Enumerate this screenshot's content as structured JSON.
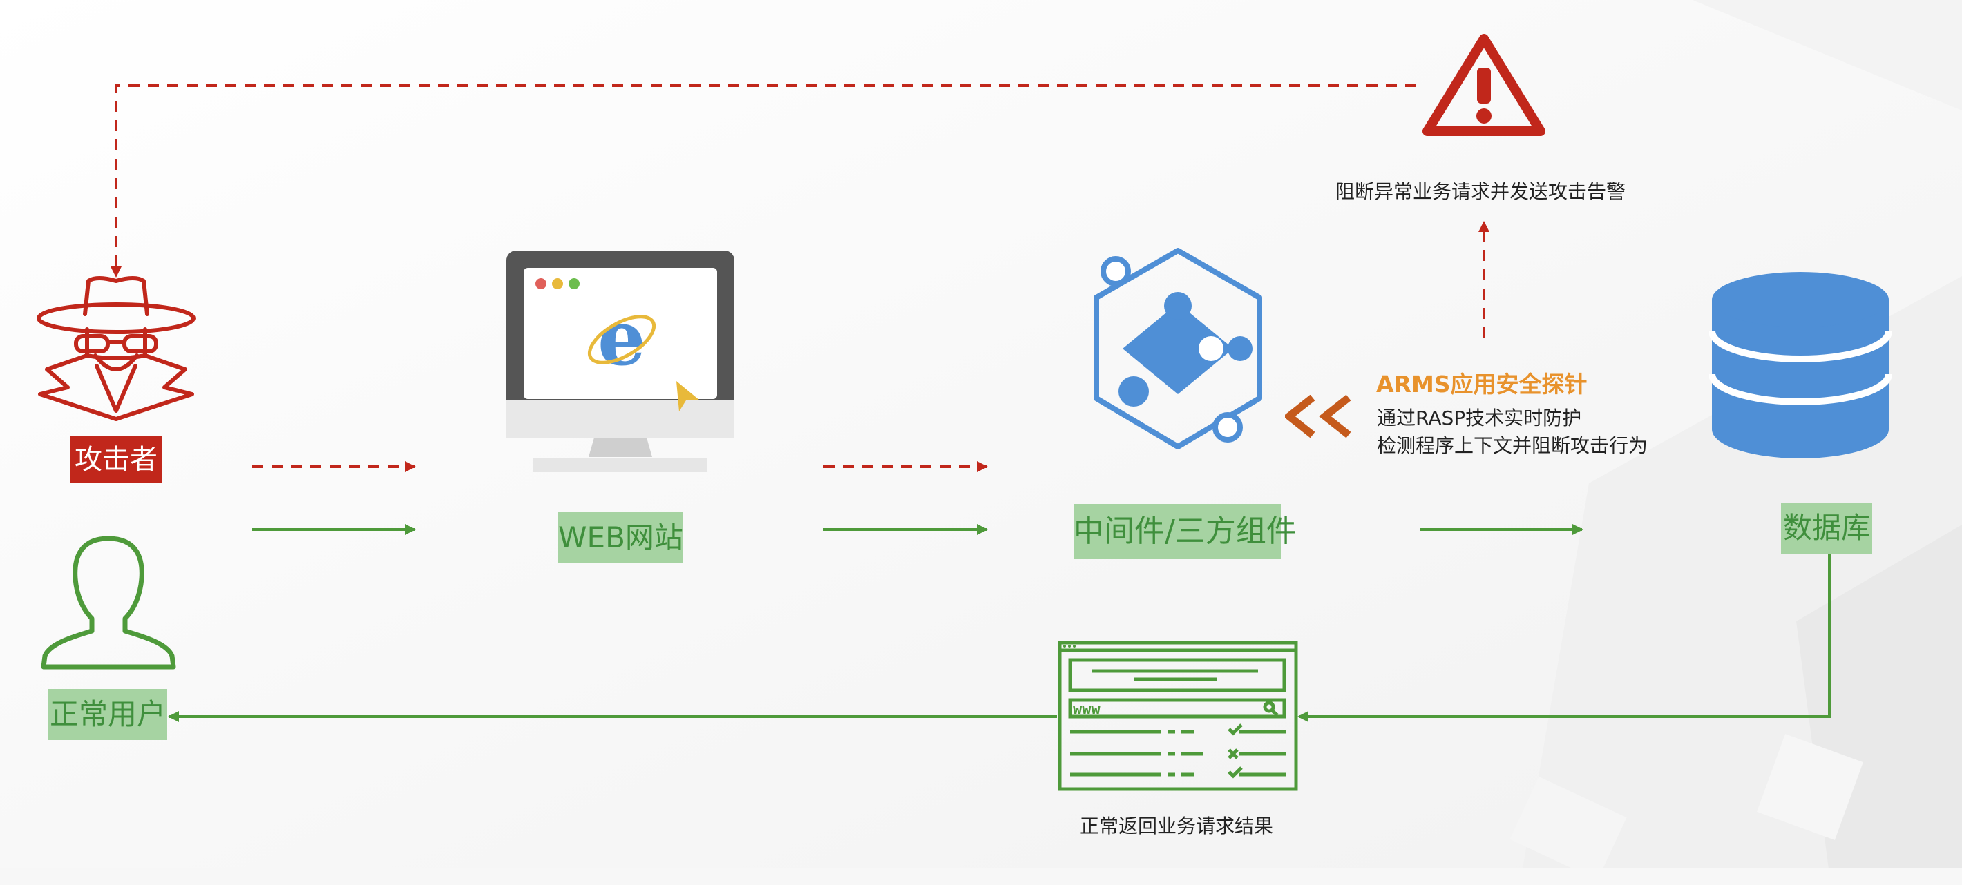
{
  "labels": {
    "attacker": "攻击者",
    "normal_user": "正常用户",
    "web_site": "WEB网站",
    "middleware": "中间件/三方组件",
    "database": "数据库",
    "block_alert": "阻断异常业务请求并发送攻击告警",
    "normal_return": "正常返回业务请求结果",
    "browser_www": "www"
  },
  "arms": {
    "title": "ARMS应用安全探针",
    "line1": "通过RASP技术实时防护",
    "line2": "检测程序上下文并阻断攻击行为"
  },
  "colors": {
    "attack_red": "#c1271b",
    "normal_green": "#4e9a3a",
    "label_green_bg": "#a6d3a2",
    "label_green_text": "#3f8f3c",
    "accent_blue": "#4f8fd6",
    "arms_orange": "#e8922c",
    "chevron_orange": "#c55a1c"
  },
  "icons": [
    "warning-icon",
    "hacker-icon",
    "user-icon",
    "monitor-icon",
    "ie-browser-icon",
    "cursor-icon",
    "puzzle-hexagon-icon",
    "database-icon",
    "browser-window-icon",
    "double-chevron-icon"
  ]
}
